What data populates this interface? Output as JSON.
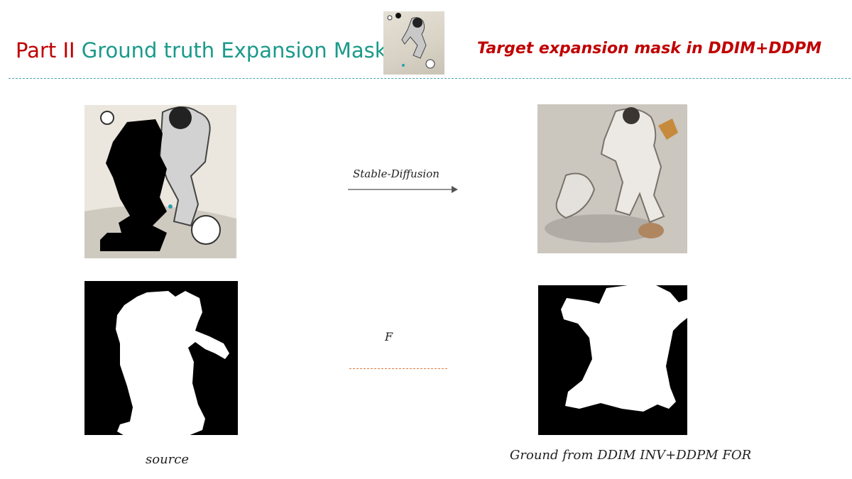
{
  "header": {
    "title_part": "Part II",
    "title_main": "Ground truth Expansion Mask",
    "subtitle": "Target expansion mask in DDIM+DDPM"
  },
  "diagram": {
    "arrow_label": "Stable-Diffusion",
    "function_label": "F",
    "source_label": "source",
    "ground_label": "Ground from DDIM INV+DDPM FOR"
  },
  "colors": {
    "title_red": "#c00000",
    "title_teal": "#1a9a8a",
    "divider": "#4aa3b0",
    "dash_orange": "#e07a3a"
  }
}
